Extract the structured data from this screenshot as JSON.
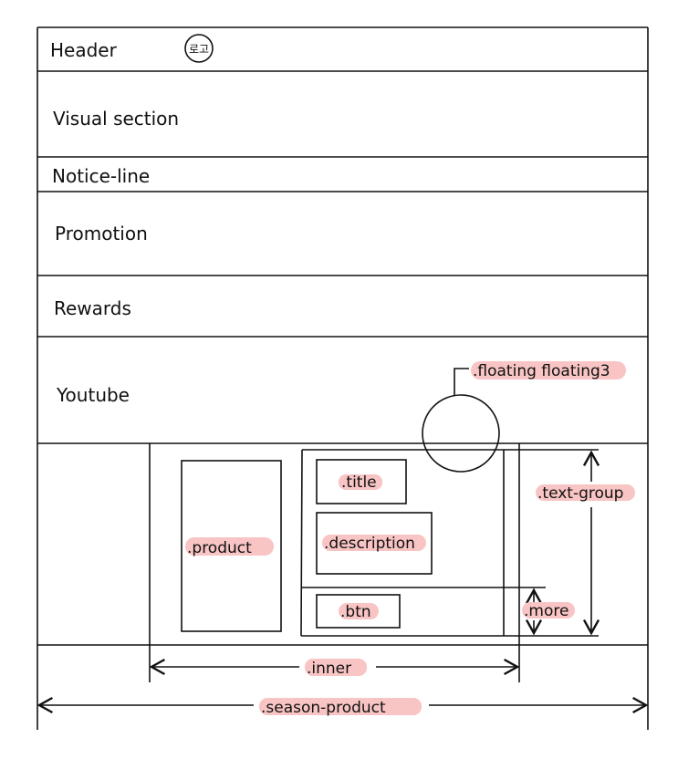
{
  "sections": {
    "header": "Header",
    "logo": "로고",
    "visual": "Visual section",
    "notice": "Notice-line",
    "promotion": "Promotion",
    "rewards": "Rewards",
    "youtube": "Youtube"
  },
  "labels": {
    "floating": ".floating floating3",
    "title": ".title",
    "description": ".description",
    "product": ".product",
    "btn": ".btn",
    "text_group": ".text-group",
    "more": ".more",
    "inner": ".inner",
    "season_product": ".season-product"
  },
  "colors": {
    "highlight": "#f8c4c4",
    "line": "#111111"
  }
}
